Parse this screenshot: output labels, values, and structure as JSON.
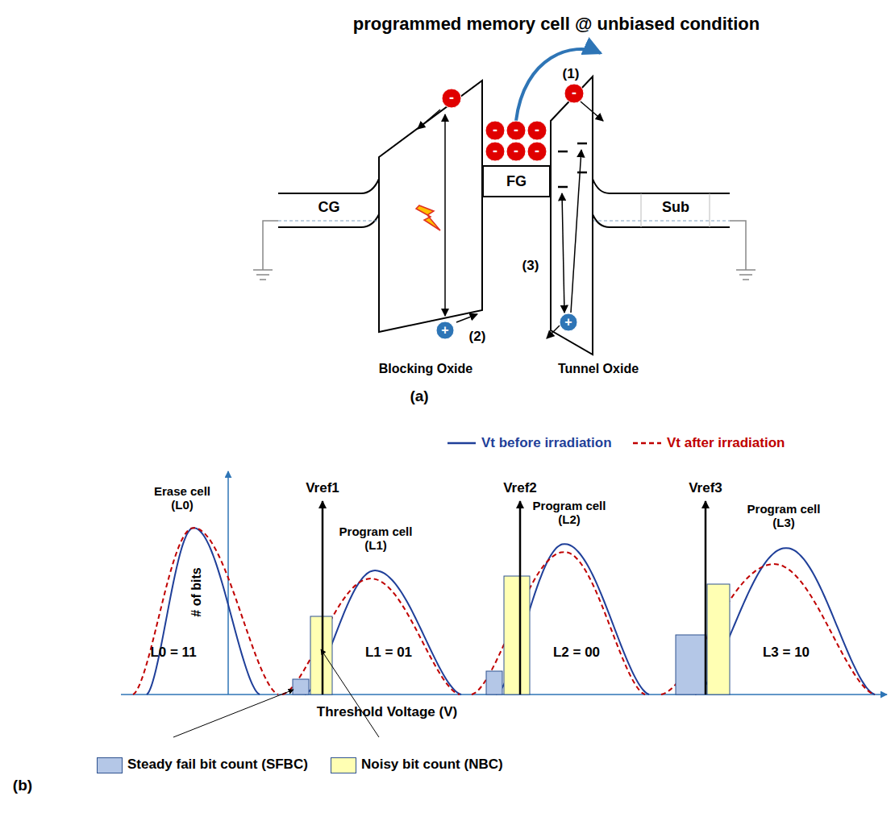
{
  "diagram": {
    "title": "programmed memory cell @ unbiased condition",
    "nodes": [
      {
        "text": [
          "FG"
        ]
      }
    ],
    "labels": [
      "(1)",
      "(2)",
      "(3)",
      "-",
      "-",
      "-",
      "-",
      "-",
      "-",
      "-",
      "-",
      "+",
      "+",
      "CG",
      "Sub",
      "Blocking Oxide",
      "Tunnel Oxide",
      "(a)",
      "(b)",
      "Vref1",
      "Vref2",
      "Vref3",
      "Erase cell (L0)",
      "Program cell (L1)",
      "Program cell (L2)",
      "Program cell (L3)",
      "L0 = 11",
      "L1 = 01",
      "L2 = 00",
      "L3 = 10",
      "# of bits",
      "Threshold Voltage (V)"
    ],
    "legend": [
      {
        "text": "Vt before irradiation"
      },
      {
        "text": "Vt after irradiation"
      },
      {
        "text": "Steady fail bit count (SFBC)",
        "color": "#b4c7e7"
      },
      {
        "text": "Noisy bit count (NBC)",
        "color": "#ffffb3"
      }
    ]
  }
}
